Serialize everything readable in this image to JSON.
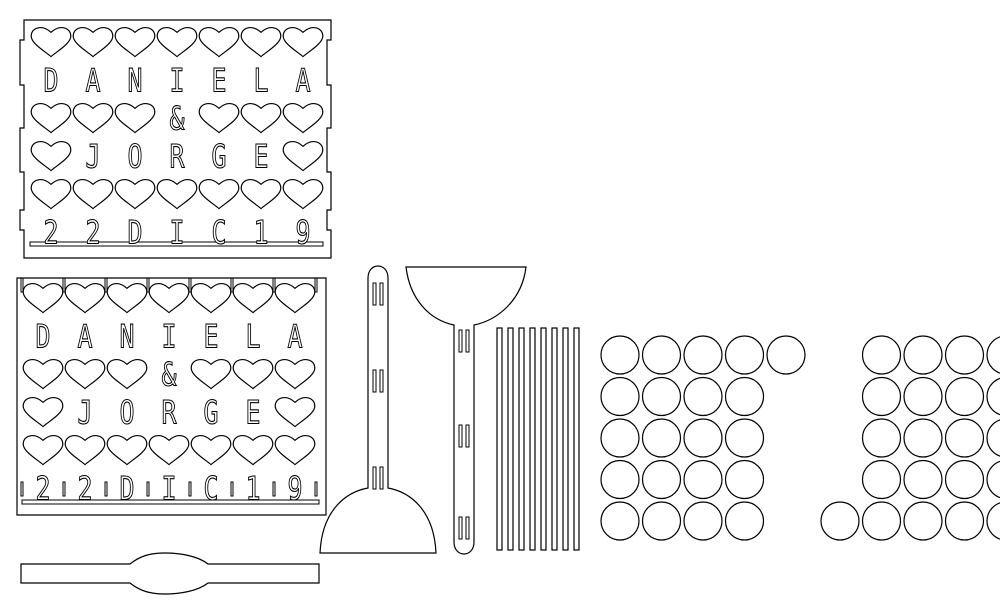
{
  "plate_top": {
    "rows": [
      [
        "♡",
        "♡",
        "♡",
        "♡",
        "♡",
        "♡",
        "♡"
      ],
      [
        "D",
        "A",
        "N",
        "I",
        "E",
        "L",
        "A"
      ],
      [
        "♡",
        "♡",
        "♡",
        "&",
        "♡",
        "♡",
        "♡"
      ],
      [
        "♡",
        "J",
        "O",
        "R",
        "G",
        "E",
        "♡"
      ],
      [
        "♡",
        "♡",
        "♡",
        "♡",
        "♡",
        "♡",
        "♡"
      ],
      [
        "2",
        "2",
        "D",
        "I",
        "C",
        "1",
        "9"
      ]
    ]
  },
  "plate_bottom": {
    "rows": [
      [
        "♡",
        "♡",
        "♡",
        "♡",
        "♡",
        "♡",
        "♡"
      ],
      [
        "D",
        "A",
        "N",
        "I",
        "E",
        "L",
        "A"
      ],
      [
        "♡",
        "♡",
        "♡",
        "&",
        "♡",
        "♡",
        "♡"
      ],
      [
        "♡",
        "J",
        "O",
        "R",
        "G",
        "E",
        "♡"
      ],
      [
        "♡",
        "♡",
        "♡",
        "♡",
        "♡",
        "♡",
        "♡"
      ],
      [
        "2",
        "2",
        "D",
        "I",
        "C",
        "1",
        "9"
      ]
    ]
  },
  "rods": {
    "count": 8
  },
  "discs": {
    "left_group_rows": [
      5,
      4,
      4,
      4,
      4
    ],
    "right_group_rows": [
      4,
      4,
      4,
      4,
      5
    ]
  }
}
